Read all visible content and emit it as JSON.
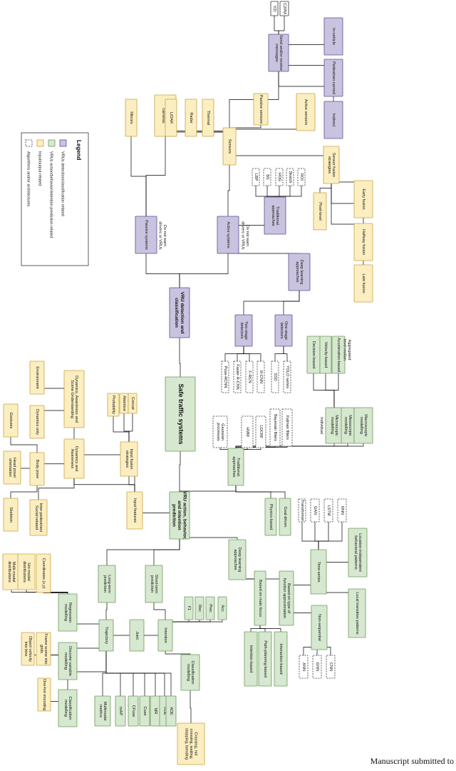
{
  "colors": {
    "purple_fill": "#c9c3df",
    "purple_stroke": "#5e4f96",
    "green_fill": "#d6e8cf",
    "green_stroke": "#6e9a5c",
    "yellow_fill": "#fbeec0",
    "yellow_stroke": "#caa445",
    "white_fill": "#ffffff",
    "dashed_stroke": "#333333"
  },
  "footer": "Manuscript submitted to A",
  "legend": {
    "title": "Legend",
    "items": [
      {
        "label": "VRUs detection/classification related",
        "style": "purple"
      },
      {
        "label": "VRUs action/behavior/intention prediction related",
        "style": "green"
      },
      {
        "label": "Input/output related",
        "style": "yellow"
      },
      {
        "label": "Algorithms and/or architectures",
        "style": "dashed"
      }
    ]
  },
  "notes": [
    {
      "id": "note-passive",
      "lines": [
        "Do not warn",
        "drivers or VRUs"
      ]
    },
    {
      "id": "note-active",
      "lines": [
        "Do not warn",
        "drivers or VRUs"
      ]
    },
    {
      "id": "note-microscopic",
      "lines": [
        "Individual"
      ]
    },
    {
      "id": "note-macroscopic",
      "lines": [
        "Aggregated",
        "level motion"
      ]
    }
  ],
  "nodes": [
    {
      "id": "safe-traffic-systems",
      "style": "green",
      "lines": [
        "Safe traffic systems"
      ]
    },
    {
      "id": "vru-detection",
      "style": "purple",
      "lines": [
        "VRU detection and",
        "classification"
      ]
    },
    {
      "id": "vru-action",
      "style": "green",
      "lines": [
        "VRU action, behavior,",
        "and intention",
        "prediction"
      ]
    },
    {
      "id": "passive-systems",
      "style": "purple",
      "lines": [
        "Passive systems"
      ]
    },
    {
      "id": "active-systems",
      "style": "purple",
      "lines": [
        "Active systems"
      ]
    },
    {
      "id": "mirrors",
      "style": "yellow",
      "lines": [
        "Mirrors"
      ]
    },
    {
      "id": "visible-cameras",
      "style": "yellow",
      "lines": [
        "Visible spectrum",
        "cameras"
      ]
    },
    {
      "id": "lidar",
      "style": "yellow",
      "lines": [
        "LiDAR"
      ]
    },
    {
      "id": "radar",
      "style": "yellow",
      "lines": [
        "Radar"
      ]
    },
    {
      "id": "thermal",
      "style": "yellow",
      "lines": [
        "Thermal"
      ]
    },
    {
      "id": "sensors",
      "style": "yellow",
      "lines": [
        "Sensors"
      ]
    },
    {
      "id": "passive-sensors",
      "style": "yellow",
      "lines": [
        "Passive sensors"
      ]
    },
    {
      "id": "active-sensors",
      "style": "yellow",
      "lines": [
        "Active sensors"
      ]
    },
    {
      "id": "send-receive",
      "style": "purple",
      "lines": [
        "Send and/or receive",
        "messages"
      ]
    },
    {
      "id": "v2i",
      "style": "white",
      "lines": [
        "V2I"
      ]
    },
    {
      "id": "c2pm",
      "style": "white",
      "lines": [
        "C2PM"
      ]
    },
    {
      "id": "in-vehicle",
      "style": "purple",
      "lines": [
        "In-vehicle"
      ]
    },
    {
      "id": "pedestrian-carried",
      "style": "purple",
      "lines": [
        "Pedestrian-carried"
      ]
    },
    {
      "id": "indirect",
      "style": "purple",
      "lines": [
        "Indirect"
      ]
    },
    {
      "id": "sensor-fusion",
      "style": "yellow",
      "lines": [
        "Sensor fusion",
        "strategies"
      ]
    },
    {
      "id": "pixel-level",
      "style": "yellow",
      "lines": [
        "Pixel-level"
      ]
    },
    {
      "id": "early-fusion",
      "style": "yellow",
      "lines": [
        "Early fusion"
      ]
    },
    {
      "id": "halfway-fusion",
      "style": "yellow",
      "lines": [
        "Halfway fusion"
      ]
    },
    {
      "id": "late-fusion",
      "style": "yellow",
      "lines": [
        "Late fusion"
      ]
    },
    {
      "id": "traditional-approaches-det",
      "style": "purple",
      "lines": [
        "Traditional",
        "approaches"
      ]
    },
    {
      "id": "deep-learning-det",
      "style": "purple",
      "lines": [
        "Deep learning",
        "approaches"
      ]
    },
    {
      "id": "two-stage",
      "style": "purple",
      "lines": [
        "Two-stage",
        "detectors"
      ]
    },
    {
      "id": "one-stage",
      "style": "purple",
      "lines": [
        "One-stage",
        "detectors"
      ]
    },
    {
      "id": "lbp",
      "style": "dashed",
      "lines": [
        "LBP"
      ]
    },
    {
      "id": "bs",
      "style": "dashed",
      "lines": [
        "BS"
      ]
    },
    {
      "id": "hog",
      "style": "dashed",
      "lines": [
        "HOG"
      ]
    },
    {
      "id": "sketch",
      "style": "dashed",
      "lines": [
        "Sketch"
      ]
    },
    {
      "id": "roi",
      "style": "dashed",
      "lines": [
        "ROI"
      ]
    },
    {
      "id": "pose-rcnn",
      "style": "dashed",
      "lines": [
        "Pose-RCNN"
      ]
    },
    {
      "id": "faster-rcnn",
      "style": "dashed",
      "lines": [
        "Faster R-CNN"
      ]
    },
    {
      "id": "f-rcn",
      "style": "dashed",
      "lines": [
        "F-RCN"
      ]
    },
    {
      "id": "r-cnn",
      "style": "dashed",
      "lines": [
        "R-CNN"
      ]
    },
    {
      "id": "ssd",
      "style": "dashed",
      "lines": [
        "SSD"
      ]
    },
    {
      "id": "yolo",
      "style": "dashed",
      "lines": [
        "YOLO series"
      ]
    },
    {
      "id": "environment",
      "style": "yellow",
      "lines": [
        "Environment"
      ]
    },
    {
      "id": "dynamics-only",
      "style": "yellow",
      "lines": [
        "Dynamics only"
      ]
    },
    {
      "id": "body-pose",
      "style": "yellow",
      "lines": [
        "Body pose"
      ]
    },
    {
      "id": "inter-pedestrian",
      "style": "yellow",
      "lines": [
        "Inter-pedestrian/",
        "Social-related"
      ]
    },
    {
      "id": "gestures",
      "style": "yellow",
      "lines": [
        "Gestures"
      ]
    },
    {
      "id": "head-pose",
      "style": "yellow",
      "lines": [
        "Head pose/",
        "orientation"
      ]
    },
    {
      "id": "skeleton",
      "style": "yellow",
      "lines": [
        "Skeleton"
      ]
    },
    {
      "id": "dyn-aware-scene",
      "style": "yellow",
      "lines": [
        "Dynamics, Awareness and",
        "Scene Understanding"
      ]
    },
    {
      "id": "dyn-aware",
      "style": "yellow",
      "lines": [
        "Dynamics and",
        "Awareness"
      ]
    },
    {
      "id": "probability",
      "style": "yellow",
      "lines": [
        "Probability"
      ]
    },
    {
      "id": "attentive",
      "style": "yellow",
      "lines": [
        "Attentive"
      ]
    },
    {
      "id": "concat",
      "style": "yellow",
      "lines": [
        "Concat"
      ]
    },
    {
      "id": "input-fusion",
      "style": "yellow",
      "lines": [
        "Input fusion",
        "strategies"
      ]
    },
    {
      "id": "input-features",
      "style": "yellow",
      "lines": [
        "Input features"
      ]
    },
    {
      "id": "traditional-approaches-pred",
      "style": "green",
      "lines": [
        "Traditional",
        "approaches"
      ]
    },
    {
      "id": "physics-based",
      "style": "green",
      "lines": [
        "Physics-based"
      ]
    },
    {
      "id": "goal-driven",
      "style": "green",
      "lines": [
        "Goal-driven"
      ]
    },
    {
      "id": "gaussian",
      "style": "dashed",
      "lines": [
        "Gaussian",
        "processes"
      ]
    },
    {
      "id": "hmm",
      "style": "dashed",
      "lines": [
        "HMM"
      ]
    },
    {
      "id": "ldcrf",
      "style": "dashed",
      "lines": [
        "LDCRF"
      ]
    },
    {
      "id": "bayesian",
      "style": "dashed",
      "lines": [
        "Bayesian filters"
      ]
    },
    {
      "id": "kalman",
      "style": "dashed",
      "lines": [
        "Kalman filters"
      ]
    },
    {
      "id": "microscopic",
      "style": "green",
      "lines": [
        "Microscopic",
        "modelling"
      ]
    },
    {
      "id": "mesoscopic",
      "style": "green",
      "lines": [
        "Mesoscopic",
        "modelling"
      ]
    },
    {
      "id": "macroscopic",
      "style": "green",
      "lines": [
        "Macroscopic",
        "modelling"
      ]
    },
    {
      "id": "decision-based",
      "style": "green",
      "lines": [
        "Decision-based"
      ]
    },
    {
      "id": "velocity-based",
      "style": "green",
      "lines": [
        "Velocity-based"
      ]
    },
    {
      "id": "acceleration-based",
      "style": "green",
      "lines": [
        "Acceleration-based"
      ]
    },
    {
      "id": "deep-learning-pred",
      "style": "green",
      "lines": [
        "Deep learning",
        "approaches"
      ]
    },
    {
      "id": "main-focus",
      "style": "green",
      "lines": [
        "Based on main focus"
      ]
    },
    {
      "id": "func-approx",
      "style": "green",
      "lines": [
        "Based on type of",
        "function approximation"
      ]
    },
    {
      "id": "intention-based",
      "style": "green",
      "lines": [
        "Intention-based"
      ]
    },
    {
      "id": "path-planning",
      "style": "green",
      "lines": [
        "Path-planning-based"
      ]
    },
    {
      "id": "interaction-based",
      "style": "green",
      "lines": [
        "Interaction-based"
      ]
    },
    {
      "id": "time-series",
      "style": "green",
      "lines": [
        "Time-series"
      ]
    },
    {
      "id": "non-sequential",
      "style": "green",
      "lines": [
        "Non-sequential"
      ]
    },
    {
      "id": "transformer",
      "style": "dashed",
      "lines": [
        "Transformer"
      ]
    },
    {
      "id": "gan",
      "style": "dashed",
      "lines": [
        "GAN"
      ]
    },
    {
      "id": "lstm",
      "style": "dashed",
      "lines": [
        "LSTM"
      ]
    },
    {
      "id": "rnn",
      "style": "dashed",
      "lines": [
        "RNN"
      ]
    },
    {
      "id": "ann",
      "style": "dashed",
      "lines": [
        "ANN"
      ]
    },
    {
      "id": "gnn",
      "style": "dashed",
      "lines": [
        "GNN"
      ]
    },
    {
      "id": "cnn",
      "style": "dashed",
      "lines": [
        "CNN"
      ]
    },
    {
      "id": "location-independent",
      "style": "green",
      "lines": [
        "Location-independent",
        "behavioral patterns"
      ]
    },
    {
      "id": "local-transition",
      "style": "green",
      "lines": [
        "Local transition patterns"
      ]
    },
    {
      "id": "long-term",
      "style": "green",
      "lines": [
        "Long-term",
        "prediction"
      ]
    },
    {
      "id": "short-term",
      "style": "green",
      "lines": [
        "Short-term",
        "prediction"
      ]
    },
    {
      "id": "f1",
      "style": "green",
      "lines": [
        "F1"
      ]
    },
    {
      "id": "rec",
      "style": "green",
      "lines": [
        "Rec"
      ]
    },
    {
      "id": "prec",
      "style": "green",
      "lines": [
        "Prec"
      ]
    },
    {
      "id": "acc",
      "style": "green",
      "lines": [
        "Acc"
      ]
    },
    {
      "id": "joint",
      "style": "green",
      "lines": [
        "Joint"
      ]
    },
    {
      "id": "intention",
      "style": "green",
      "lines": [
        "Intention"
      ]
    },
    {
      "id": "trajectory",
      "style": "green",
      "lines": [
        "Trajectory"
      ]
    },
    {
      "id": "classification-modelling-int",
      "style": "green",
      "lines": [
        "Classification",
        "modelling"
      ]
    },
    {
      "id": "regression-modelling",
      "style": "green",
      "lines": [
        "Regression",
        "modelling"
      ]
    },
    {
      "id": "discrete-variable",
      "style": "green",
      "lines": [
        "Discrete variable",
        "modelling"
      ]
    },
    {
      "id": "classification-modelling-traj",
      "style": "green",
      "lines": [
        "Classification",
        "modelling"
      ]
    },
    {
      "id": "multimodal-metrics",
      "style": "green",
      "lines": [
        "Multimodal",
        "metrics"
      ]
    },
    {
      "id": "map",
      "style": "green",
      "lines": [
        "mAP"
      ]
    },
    {
      "id": "cfuse",
      "style": "green",
      "lines": [
        "CFuse"
      ]
    },
    {
      "id": "cuse",
      "style": "green",
      "lines": [
        "Cuse"
      ]
    },
    {
      "id": "mr",
      "style": "green",
      "lines": [
        "MR"
      ]
    },
    {
      "id": "fde",
      "style": "green",
      "lines": [
        "FDE"
      ]
    },
    {
      "id": "ade",
      "style": "green",
      "lines": [
        "ADE"
      ]
    },
    {
      "id": "multi-modal-dist",
      "style": "yellow",
      "lines": [
        "Multi-modal",
        "distributions"
      ]
    },
    {
      "id": "uni-modal-dist",
      "style": "yellow",
      "lines": [
        "Uni-modal",
        "distributions"
      ]
    },
    {
      "id": "coordinates",
      "style": "yellow",
      "lines": [
        "Coordinates (x,y)"
      ]
    },
    {
      "id": "object-velocity",
      "style": "yellow",
      "lines": [
        "Object velocity",
        "into bins"
      ]
    },
    {
      "id": "frame-scene",
      "style": "yellow",
      "lines": [
        "Frame scene into",
        "grids"
      ]
    },
    {
      "id": "one-hot",
      "style": "yellow",
      "lines": [
        "One-hot encoding"
      ]
    },
    {
      "id": "crossing",
      "style": "yellow",
      "lines": [
        "Crossing, not",
        "crossing, waiting,",
        "stopping, bending"
      ]
    }
  ]
}
